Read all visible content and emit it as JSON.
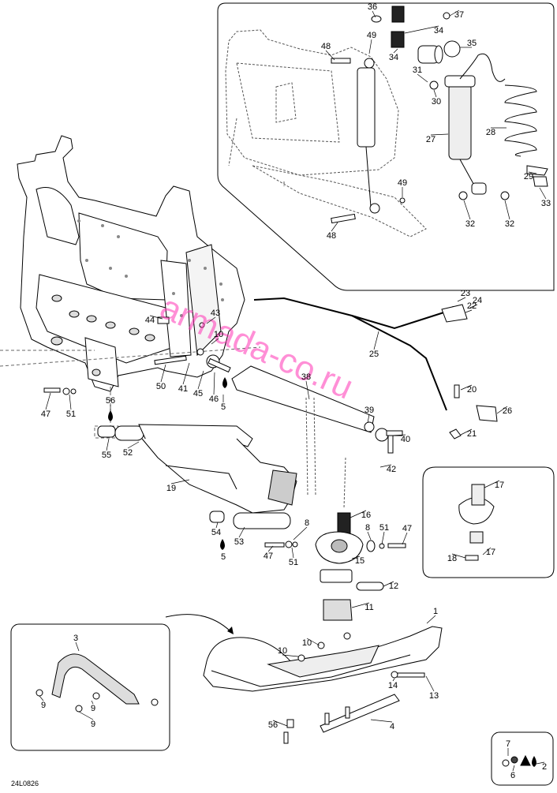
{
  "diagram": {
    "reference_code": "24L0826",
    "watermark": "armada-co.ru",
    "parts": [
      {
        "id": "p1",
        "label": "1"
      },
      {
        "id": "p2",
        "label": "2"
      },
      {
        "id": "p3",
        "label": "3"
      },
      {
        "id": "p4",
        "label": "4"
      },
      {
        "id": "p5a",
        "label": "5"
      },
      {
        "id": "p5b",
        "label": "5"
      },
      {
        "id": "p6",
        "label": "6"
      },
      {
        "id": "p7",
        "label": "7"
      },
      {
        "id": "p8a",
        "label": "8"
      },
      {
        "id": "p8b",
        "label": "8"
      },
      {
        "id": "p9a",
        "label": "9"
      },
      {
        "id": "p9b",
        "label": "9"
      },
      {
        "id": "p9c",
        "label": "9"
      },
      {
        "id": "p10a",
        "label": "10"
      },
      {
        "id": "p10b",
        "label": "10"
      },
      {
        "id": "p10c",
        "label": "10"
      },
      {
        "id": "p11",
        "label": "11"
      },
      {
        "id": "p12",
        "label": "12"
      },
      {
        "id": "p13",
        "label": "13"
      },
      {
        "id": "p14",
        "label": "14"
      },
      {
        "id": "p15",
        "label": "15"
      },
      {
        "id": "p16",
        "label": "16"
      },
      {
        "id": "p17a",
        "label": "17"
      },
      {
        "id": "p17b",
        "label": "17"
      },
      {
        "id": "p18",
        "label": "18"
      },
      {
        "id": "p19",
        "label": "19"
      },
      {
        "id": "p20",
        "label": "20"
      },
      {
        "id": "p21",
        "label": "21"
      },
      {
        "id": "p22",
        "label": "22"
      },
      {
        "id": "p23",
        "label": "23"
      },
      {
        "id": "p24",
        "label": "24"
      },
      {
        "id": "p25",
        "label": "25"
      },
      {
        "id": "p26",
        "label": "26"
      },
      {
        "id": "p27",
        "label": "27"
      },
      {
        "id": "p28",
        "label": "28"
      },
      {
        "id": "p29",
        "label": "29"
      },
      {
        "id": "p30",
        "label": "30"
      },
      {
        "id": "p31",
        "label": "31"
      },
      {
        "id": "p32a",
        "label": "32"
      },
      {
        "id": "p32b",
        "label": "32"
      },
      {
        "id": "p33",
        "label": "33"
      },
      {
        "id": "p34a",
        "label": "34"
      },
      {
        "id": "p34b",
        "label": "34"
      },
      {
        "id": "p35",
        "label": "35"
      },
      {
        "id": "p36",
        "label": "36"
      },
      {
        "id": "p37",
        "label": "37"
      },
      {
        "id": "p38",
        "label": "38"
      },
      {
        "id": "p39",
        "label": "39"
      },
      {
        "id": "p40",
        "label": "40"
      },
      {
        "id": "p41",
        "label": "41"
      },
      {
        "id": "p42",
        "label": "42"
      },
      {
        "id": "p43",
        "label": "43"
      },
      {
        "id": "p44",
        "label": "44"
      },
      {
        "id": "p45",
        "label": "45"
      },
      {
        "id": "p46",
        "label": "46"
      },
      {
        "id": "p47a",
        "label": "47"
      },
      {
        "id": "p47b",
        "label": "47"
      },
      {
        "id": "p47c",
        "label": "47"
      },
      {
        "id": "p48a",
        "label": "48"
      },
      {
        "id": "p48b",
        "label": "48"
      },
      {
        "id": "p49a",
        "label": "49"
      },
      {
        "id": "p49b",
        "label": "49"
      },
      {
        "id": "p50",
        "label": "50"
      },
      {
        "id": "p51a",
        "label": "51"
      },
      {
        "id": "p51b",
        "label": "51"
      },
      {
        "id": "p51c",
        "label": "51"
      },
      {
        "id": "p52",
        "label": "52"
      },
      {
        "id": "p53",
        "label": "53"
      },
      {
        "id": "p54",
        "label": "54"
      },
      {
        "id": "p55",
        "label": "55"
      },
      {
        "id": "p56a",
        "label": "56"
      },
      {
        "id": "p56b",
        "label": "56"
      }
    ]
  }
}
